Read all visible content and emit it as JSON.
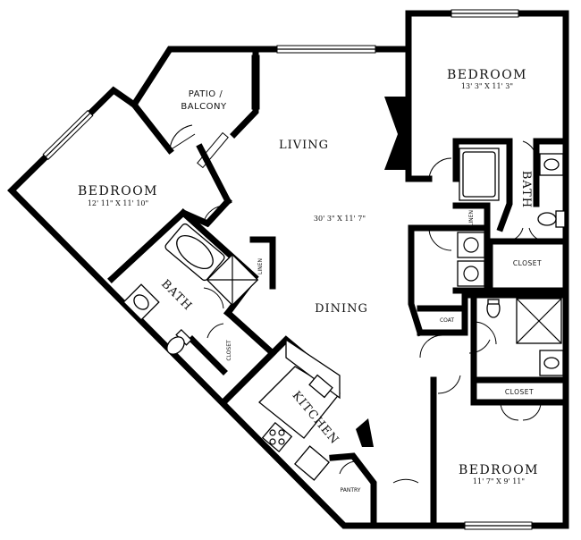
{
  "rooms": {
    "patio": {
      "line1": "PATIO /",
      "line2": "BALCONY"
    },
    "living": {
      "label": "LIVING",
      "dimension": "30' 3\" X 11' 7\""
    },
    "dining": {
      "label": "DINING"
    },
    "kitchen": {
      "label": "KITCHEN"
    },
    "pantry": {
      "label": "PANTRY"
    },
    "bedroom_left": {
      "label": "BEDROOM",
      "dimension": "12' 11\" X 11' 10\""
    },
    "bedroom_top_right": {
      "label": "BEDROOM",
      "dimension": "13' 3\" X 11' 3\""
    },
    "bedroom_bottom_right": {
      "label": "BEDROOM",
      "dimension": "11' 7\" X 9' 11\""
    },
    "bath_left": {
      "label": "BATH"
    },
    "bath_right": {
      "label": "BATH"
    },
    "closet_left": {
      "label": "CLOSET"
    },
    "closet_right": {
      "label": "CLOSET"
    },
    "closet_bottom": {
      "label": "CLOSET"
    },
    "coat": {
      "label": "COAT"
    },
    "linen_left": {
      "label": "LINEN"
    },
    "linen_right": {
      "label": "LINEN"
    }
  }
}
